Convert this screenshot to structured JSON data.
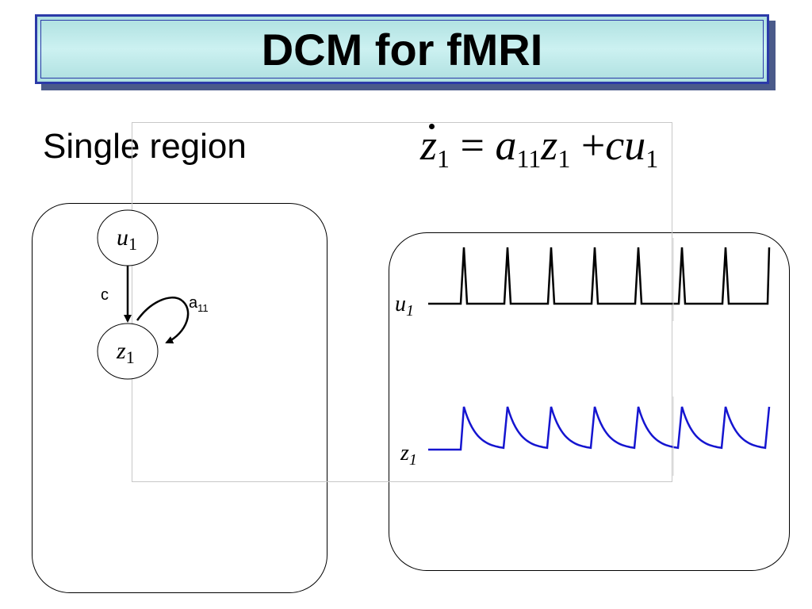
{
  "title": "DCM for fMRI",
  "subtitle": "Single region",
  "equation": {
    "lhs_var": "z",
    "lhs_sub": "1",
    "eq": "=",
    "a": "a",
    "a_sub": "11",
    "z": "z",
    "z_sub": "1",
    "plus": "+",
    "cu": "cu",
    "u_sub": "1"
  },
  "diagram": {
    "nodes": [
      {
        "id": "u1",
        "var": "u",
        "sub": "1"
      },
      {
        "id": "z1",
        "var": "z",
        "sub": "1"
      }
    ],
    "edges": [
      {
        "label": "c",
        "label_sub": ""
      },
      {
        "label": "a",
        "label_sub": "11"
      }
    ]
  },
  "traces": {
    "u_label": {
      "var": "u",
      "sub": "1"
    },
    "z_label": {
      "var": "z",
      "sub": "1"
    },
    "pulse_count": 8,
    "u_color": "#000000",
    "z_color": "#1515d0"
  },
  "colors": {
    "title_border": "#2b3aa8",
    "title_bg": "#c6eeee"
  }
}
